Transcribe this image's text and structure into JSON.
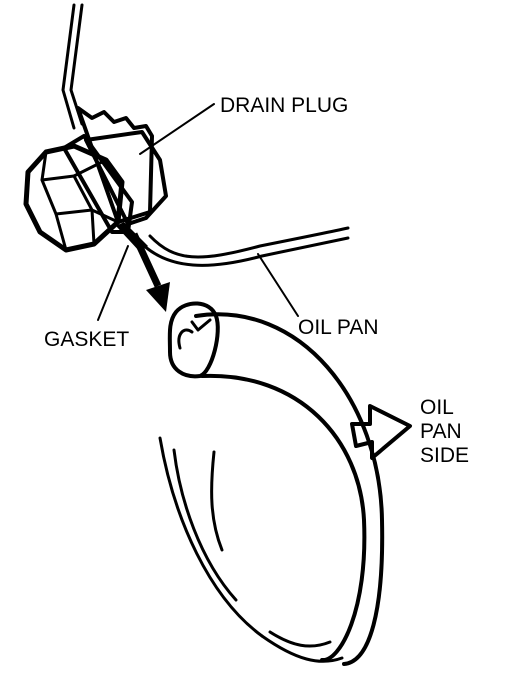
{
  "labels": {
    "drain_plug": "DRAIN PLUG",
    "gasket": "GASKET",
    "oil_pan": "OIL PAN",
    "oil_pan_side": [
      "OIL",
      "PAN",
      "SIDE"
    ]
  }
}
